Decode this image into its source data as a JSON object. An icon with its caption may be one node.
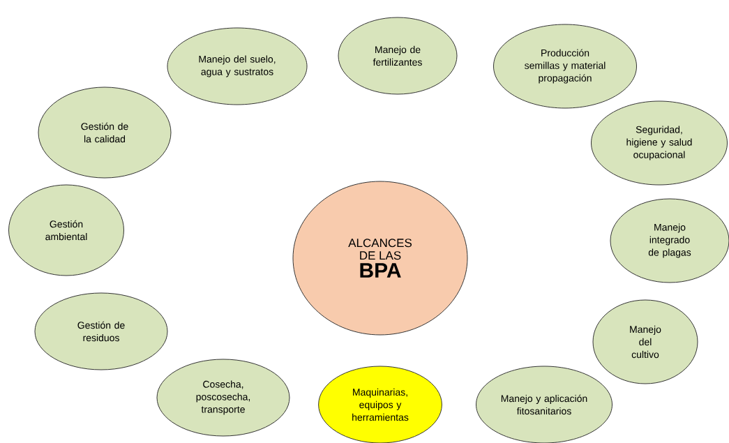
{
  "diagram": {
    "nodes": [
      {
        "text": [
          "ALCANCES DE LAS",
          "BPA"
        ]
      },
      {
        "text": [
          "Manejo de fertilizantes"
        ]
      },
      {
        "text": [
          "Manejo del suelo, agua y sustratos"
        ]
      },
      {
        "text": [
          "Producción semillas y material propagación"
        ]
      },
      {
        "text": [
          "Gestión de la calidad"
        ]
      },
      {
        "text": [
          "Seguridad, higiene y salud ocupacional"
        ]
      },
      {
        "text": [
          "Gestión ambiental"
        ]
      },
      {
        "text": [
          "Manejo integrado de plagas"
        ]
      },
      {
        "text": [
          "Gestión de residuos"
        ]
      },
      {
        "text": [
          "Manejo del cultivo"
        ]
      },
      {
        "text": [
          "Cosecha, poscosecha, transporte"
        ]
      },
      {
        "text": [
          "Maquinarias, equipos y herramientas"
        ]
      },
      {
        "text": [
          "Manejo y aplicación fitosanitarios"
        ]
      }
    ]
  }
}
